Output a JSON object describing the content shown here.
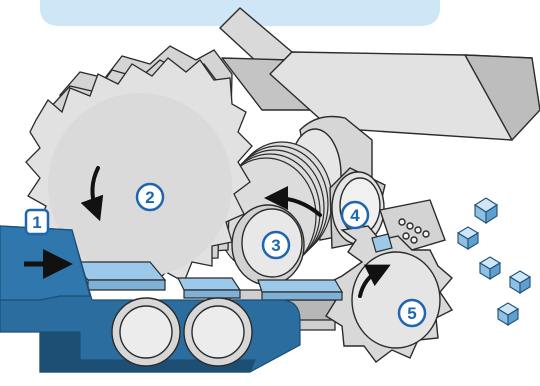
{
  "diagram": {
    "step_markers": [
      {
        "label": "1"
      },
      {
        "label": "2"
      },
      {
        "label": "3"
      },
      {
        "label": "4"
      },
      {
        "label": "5"
      }
    ],
    "colors": {
      "metal_light": "#e3e3e3",
      "metal_mid": "#c9c9c9",
      "metal_dark": "#8d8d8d",
      "outline": "#2b2b2b",
      "conveyor_blue": "#2a6d9e",
      "conveyor_dark": "#1d4f75",
      "slab_blue": "#9cc9ea",
      "banner_blue": "#cfe6f6",
      "marker_blue": "#1f66b0"
    },
    "icons": [
      "gear-drum-icon",
      "rotation-arrow-icon",
      "cube-icon"
    ]
  }
}
